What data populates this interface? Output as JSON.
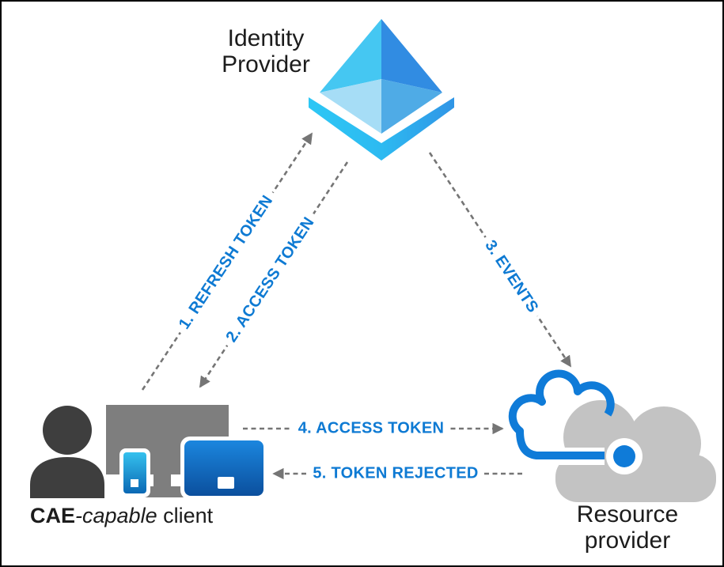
{
  "nodes": {
    "identity_provider": {
      "line1": "Identity",
      "line2": "Provider",
      "icon": "azure-ad-pyramid"
    },
    "cae_client": {
      "bold": "CAE",
      "italic": "-capable",
      "regular": " client",
      "icon": "user-with-devices"
    },
    "resource_provider": {
      "line1": "Resource",
      "line2": "provider",
      "icon": "cloud-api"
    }
  },
  "edges": [
    {
      "label": "1. REFRESH TOKEN",
      "direction": "client-to-identity-provider"
    },
    {
      "label": "2. ACCESS TOKEN",
      "direction": "identity-provider-to-client"
    },
    {
      "label": "3. EVENTS",
      "direction": "identity-provider-to-resource-provider"
    },
    {
      "label": "4. ACCESS TOKEN",
      "direction": "client-to-resource-provider"
    },
    {
      "label": "5. TOKEN REJECTED",
      "direction": "resource-provider-to-client"
    }
  ],
  "colors": {
    "label_blue": "#0e7ad3",
    "arrow_gray": "#757575",
    "node_text": "#1c1c1c",
    "azure_blue": "#0f7bd8",
    "cloud_gray": "#c3c3c3",
    "device_gray": "#7e7e7e",
    "person_gray": "#3e3e3e",
    "background": "#ffffff",
    "border": "#000000"
  }
}
